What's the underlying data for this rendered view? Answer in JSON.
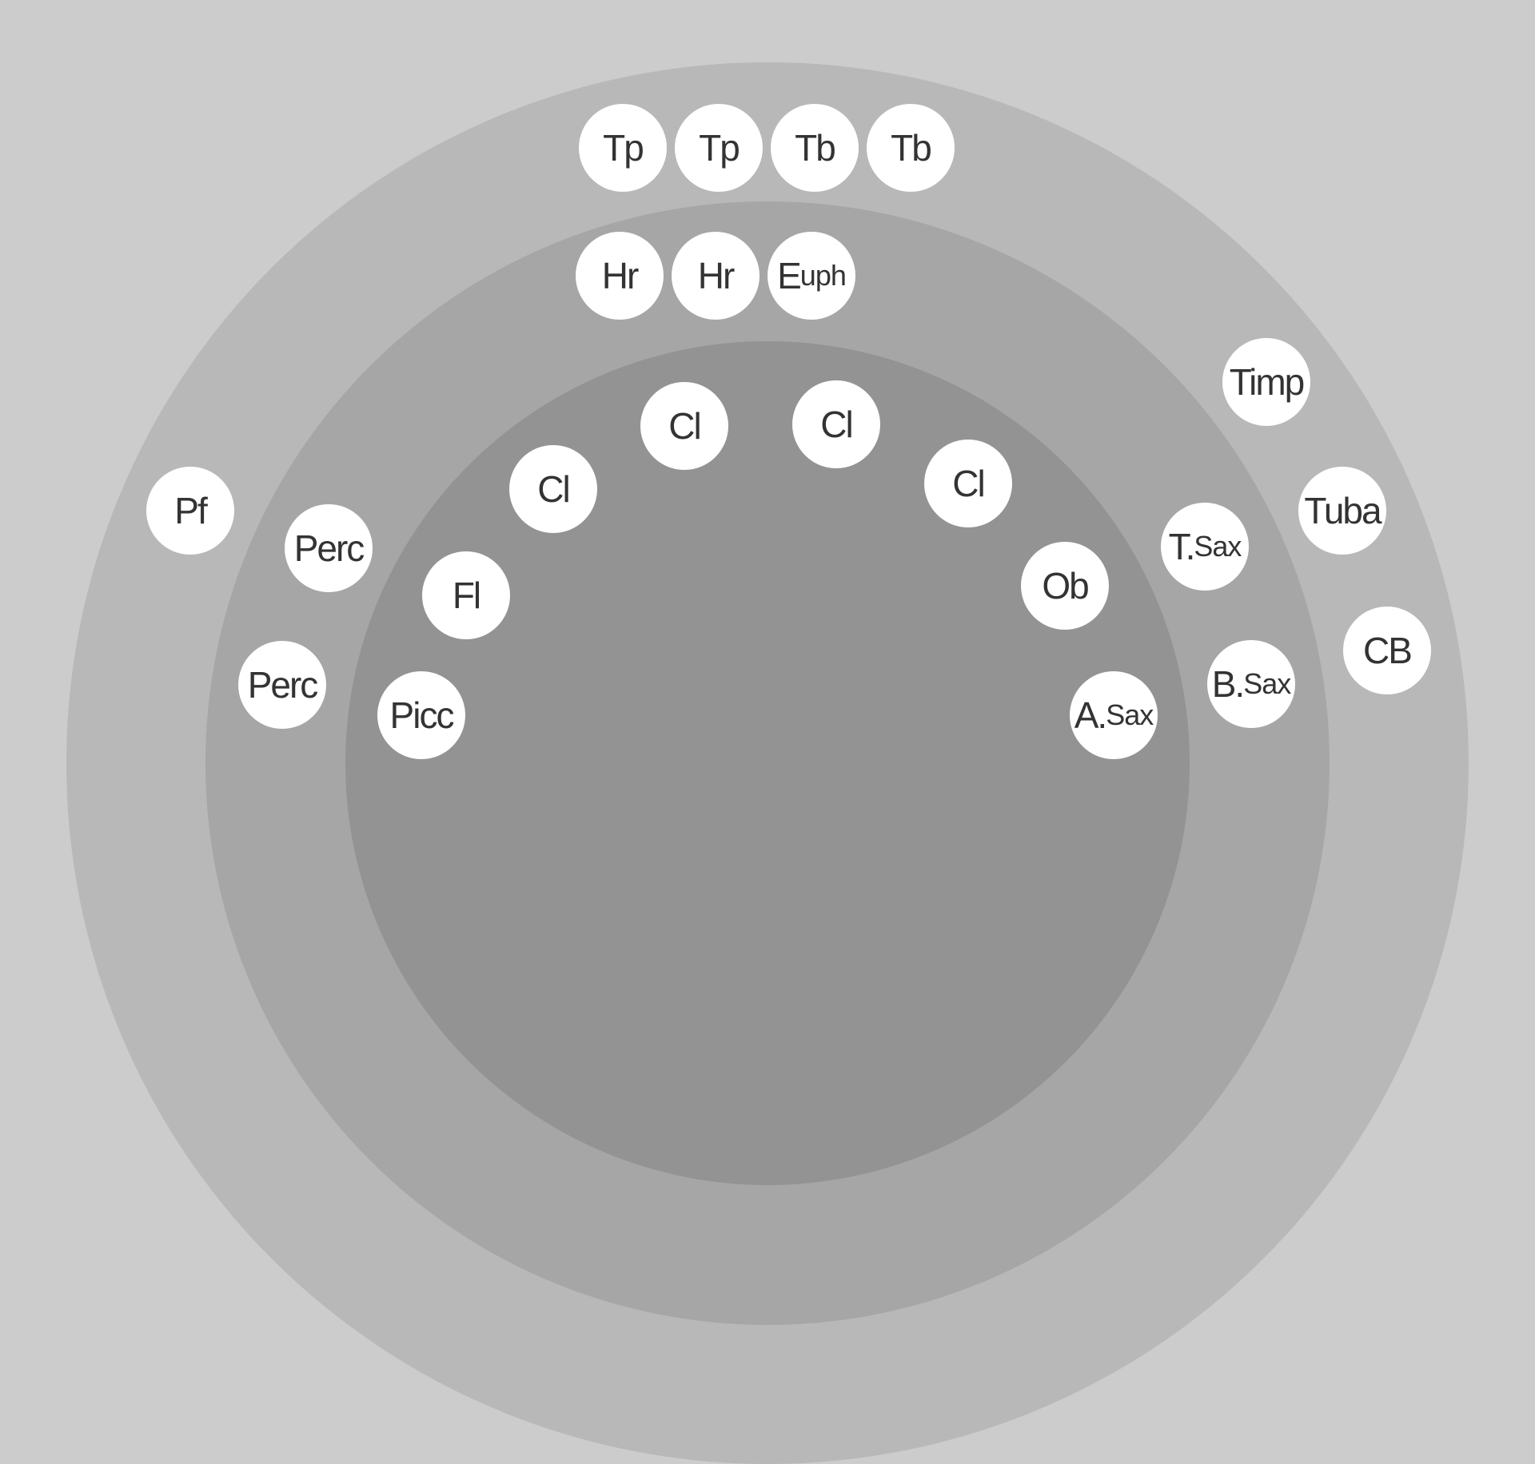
{
  "title": "Concert band seating chart",
  "colors": {
    "background": "#cccccc",
    "outer_ring": "#b8b8b8",
    "middle_ring": "#a6a6a6",
    "inner_ring": "#939393",
    "seat": "#ffffff",
    "text": "#333333"
  },
  "seats": [
    {
      "main": "Tp",
      "sub": ""
    },
    {
      "main": "Tp",
      "sub": ""
    },
    {
      "main": "Tb",
      "sub": ""
    },
    {
      "main": "Tb",
      "sub": ""
    },
    {
      "main": "Hr",
      "sub": ""
    },
    {
      "main": "Hr",
      "sub": ""
    },
    {
      "main": "E",
      "sub": "uph"
    },
    {
      "main": "Timp",
      "sub": ""
    },
    {
      "main": "Cl",
      "sub": ""
    },
    {
      "main": "Cl",
      "sub": ""
    },
    {
      "main": "Cl",
      "sub": ""
    },
    {
      "main": "Cl",
      "sub": ""
    },
    {
      "main": "Pf",
      "sub": ""
    },
    {
      "main": "Tuba",
      "sub": ""
    },
    {
      "main": "Perc",
      "sub": ""
    },
    {
      "main": "T.",
      "sub": "Sax"
    },
    {
      "main": "Fl",
      "sub": ""
    },
    {
      "main": "Ob",
      "sub": ""
    },
    {
      "main": "CB",
      "sub": ""
    },
    {
      "main": "Perc",
      "sub": ""
    },
    {
      "main": "B.",
      "sub": "Sax"
    },
    {
      "main": "Picc",
      "sub": ""
    },
    {
      "main": "A.",
      "sub": "Sax"
    }
  ]
}
